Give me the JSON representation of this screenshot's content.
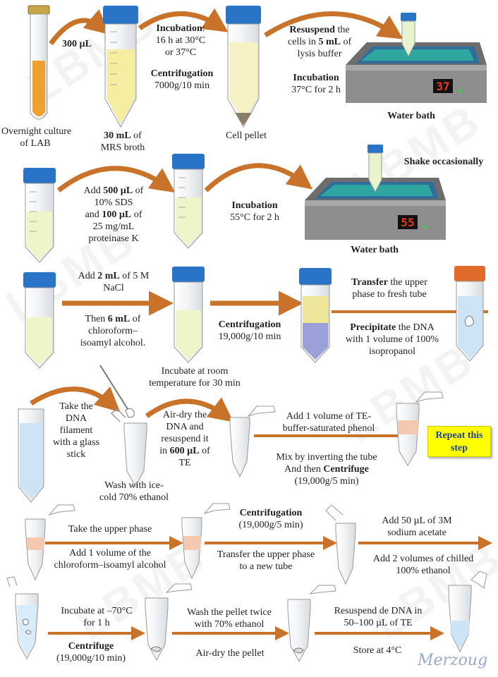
{
  "colors": {
    "arrow": "#c8722a",
    "tube_cap": "#2a74c8",
    "tube_cap_orange": "#e06a2a",
    "culture": "#f0a030",
    "broth": "#f5eda0",
    "pale_green": "#eef5c8",
    "pellet": "#8a7d6a",
    "water_bath_body": "#8e8e8e",
    "water_bath_water": "#2fa6a0",
    "water_bath_display": "#e53b20",
    "upper_phase": "#eee79a",
    "lower_phase": "#9aa0d8",
    "dna_blue": "#cde4f7",
    "pink_phase": "#f5c8b0",
    "badge": "#ffff00"
  },
  "row1": {
    "volume": "300 µL",
    "culture_label": [
      "Overnight culture",
      "of LAB"
    ],
    "broth_label": {
      "bold": "30 mL",
      "rest": " of",
      "line2": "MRS broth"
    },
    "incubation": {
      "head": "Incubation",
      "colon": ":",
      "line1": "16 h at 30°C",
      "line2": "or 37°C"
    },
    "centrifugation": {
      "head": "Centrifugation",
      "line1": "7000g/10 min"
    },
    "pellet_label": "Cell pellet",
    "resuspend": {
      "bold1": "Resuspend",
      "rest1": " the",
      "line2a": "cells in ",
      "bold2": "5 mL",
      "line2b": " of",
      "line3": "lysis buffer"
    },
    "incubation2": {
      "head": "Incubation",
      "line1": "37°C for 2 h"
    },
    "bath_display": "37",
    "bath_label": "Water bath"
  },
  "row2": {
    "shake": "Shake occasionally",
    "add": {
      "l1a": "Add ",
      "l1b": "500 µL",
      "l1c": " of",
      "l2": "10% SDS",
      "l3a": "and ",
      "l3b": "100 µL",
      "l3c": " of",
      "l4": "25 mg/mL",
      "l5": "proteinase K"
    },
    "incubation": {
      "head": "Incubation",
      "line1": "55°C for 2 h"
    },
    "bath_display": "55",
    "bath_label": "Water bath"
  },
  "row3": {
    "nacl": {
      "l1a": "Add ",
      "l1b": "2 mL",
      "l1c": " of 5 M",
      "l2": "NaCl"
    },
    "chloro": {
      "l1a": "Then ",
      "l1b": "6 mL",
      "l1c": " of",
      "l2": "chloroform–",
      "l3": "isoamyl alcohol."
    },
    "incubate_rt": [
      "Incubate at room",
      "temperature for 30 min"
    ],
    "centrifugation": {
      "head": "Centrifugation",
      "line1": "19,000g/10 min"
    },
    "transfer": {
      "bold": "Transfer",
      "rest": " the upper",
      "line2": "phase to fresh tube"
    },
    "precipitate": {
      "bold": "Precipitate",
      "rest": " the DNA",
      "line2": "with 1 volume of 100%",
      "line3": "isopropanol"
    }
  },
  "row4": {
    "take_dna": [
      "Take the",
      "DNA",
      "filament",
      "with a glass",
      "stick"
    ],
    "wash": [
      "Wash with ice-",
      "cold 70% ethanol"
    ],
    "air_dry": {
      "l1": "Air-dry the",
      "l2": "DNA and",
      "l3": "resuspend it",
      "l4a": "in ",
      "l4b": "600 µL",
      "l4c": " of",
      "l5": "TE"
    },
    "phenol": [
      "Add 1 volume of TE-",
      "buffer-saturated phenol"
    ],
    "mix": {
      "l1": "Mix by inverting the tube",
      "l2a": "And then ",
      "l2b": "Centrifuge",
      "l3": "(19,000g/5 min)"
    },
    "repeat": [
      "Repeat this",
      "step"
    ]
  },
  "row5": {
    "upper_phase": "Take the upper phase",
    "add_chloro": [
      "Add 1 volume of the",
      "chloroform–isoamyl alcohol"
    ],
    "centrifugation": {
      "head": "Centrifugation",
      "line1": "(19,000g/5 min)"
    },
    "transfer": [
      "Transfer the upper phase",
      "to a new tube"
    ],
    "sodium": [
      "Add 50 µL of 3M",
      "sodium acetate"
    ],
    "ethanol": [
      "Add 2 volumes of chilled",
      "100% ethanol"
    ]
  },
  "row6": {
    "incubate": [
      "Incubate at –70°C",
      "for 1 h"
    ],
    "centrifuge": {
      "head": "Centrifuge",
      "line1": "(19,000g/10 min)"
    },
    "wash": [
      "Wash the pellet twice",
      "with 70% ethanol"
    ],
    "air_dry": "Air-dry the pellet",
    "resuspend": [
      "Resuspend de DNA in",
      "50–100 µL of TE"
    ],
    "store": "Store at 4°C"
  },
  "watermark": "LBMB",
  "signature": "Merzoug"
}
